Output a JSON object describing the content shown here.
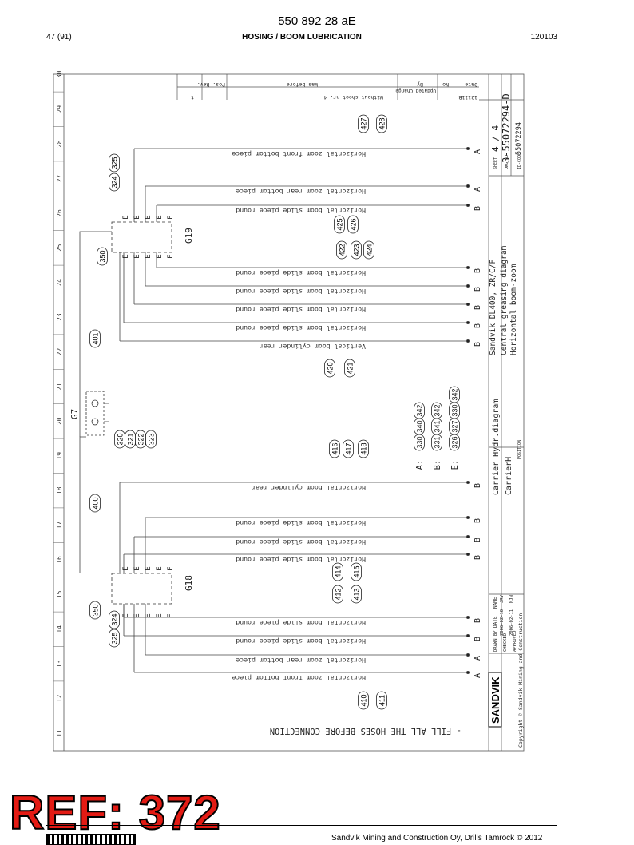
{
  "header": {
    "doc_number": "550 892 28 aE",
    "page": "47 (91)",
    "title": "HOSING / BOOM LUBRICATION",
    "date": "120103"
  },
  "watermark": "REF: 372",
  "footer": {
    "text": "Sandvik Mining and Construction Oy, Drills Tamrock © 2012"
  },
  "drawing": {
    "note": "- FILL ALL THE HOSES BEFORE CONNECTION",
    "grid_numbers": [
      "11",
      "12",
      "13",
      "14",
      "15",
      "16",
      "17",
      "18",
      "19",
      "20",
      "21",
      "22",
      "23",
      "24",
      "25",
      "26",
      "27",
      "28",
      "29",
      "30"
    ],
    "blocks": {
      "g18": "G18",
      "g19": "G19",
      "g7": "G7"
    },
    "e_label": "E",
    "hose_labels": [
      "Horizontal zoom front bottom piece",
      "Horizontal zoom rear bottom piece",
      "Horizontal boom slide piece round",
      "Horizontal boom slide piece round",
      "Horizontal boom slide piece round",
      "Horizontal boom slide piece round",
      "Horizontal boom slide piece round",
      "Horizontal boom cylinder rear",
      "Vertical boom cylinder rear",
      "Horizontal boom slide piece round",
      "Horizontal boom slide piece round",
      "Horizontal boom slide piece round",
      "Horizontal boom slide piece round",
      "Horizontal boom slide piece round",
      "Horizontal zoom rear bottom piece",
      "Horizontal zoom front bottom piece"
    ],
    "end_letters": [
      "A",
      "A",
      "B",
      "B",
      "B",
      "B",
      "B",
      "B",
      "B",
      "B",
      "B",
      "B",
      "B",
      "B",
      "A",
      "A"
    ],
    "bubbles": {
      "b410": "410",
      "b411": "411",
      "b412": "412",
      "b413": "413",
      "b414": "414",
      "b415": "415",
      "b416": "416",
      "b417": "417",
      "b418": "418",
      "b420": "420",
      "b421": "421",
      "b422": "422",
      "b423": "423",
      "b424": "424",
      "b425": "425",
      "b426": "426",
      "b427": "427",
      "b428": "428",
      "b400": "400",
      "b401": "401",
      "b350a": "350",
      "b350b": "350",
      "b324a": "324",
      "b325a": "325",
      "b324b": "324",
      "b325b": "325",
      "b320": "320",
      "b321": "321",
      "b322": "322",
      "b323": "323"
    },
    "legend": {
      "a_prefix": "A:",
      "a1": "330",
      "a2": "340",
      "a3": "342",
      "b_prefix": "B:",
      "b1": "331",
      "b2": "341",
      "b3": "342",
      "e_prefix": "E:",
      "e1": "326",
      "e2": "327",
      "e3": "330",
      "e4": "342"
    },
    "title_block": {
      "company": "SANDVIK",
      "copyright": "Copyright © Sandvik Mining and Construction",
      "drawn_by": "DRAWN BY",
      "checked": "CHECKED",
      "approved": "APPROVED",
      "date_h": "DATE",
      "name_h": "NAME",
      "date1": "2006-02-10",
      "name1": "JRV",
      "date2": "2006-02-11",
      "name2": "NJN",
      "type": "Carrier Hydr.diagram",
      "carrier": "CarrierH",
      "position": "POSITION",
      "product": "Sandvik DL400, ZR/C/F",
      "desc1": "Central greasing diagram",
      "desc2": "Horizontal boom-zoom",
      "sheet_h": "SHEET",
      "sheet": "4 / 4",
      "dwg_h": "DWG NO",
      "dwg": "3-55072294-D",
      "id_h": "ID-CODE",
      "id": "55072294",
      "rev_date": "Date",
      "rev_no": "No",
      "rev_by": "By",
      "rev_what": "Was before",
      "rev_pos": "Pos. Rev.",
      "rev_1": "12111B",
      "rev_2": "Without sheet nr. 4",
      "rev_3": "Updated Change",
      "rev_4": "t"
    }
  }
}
